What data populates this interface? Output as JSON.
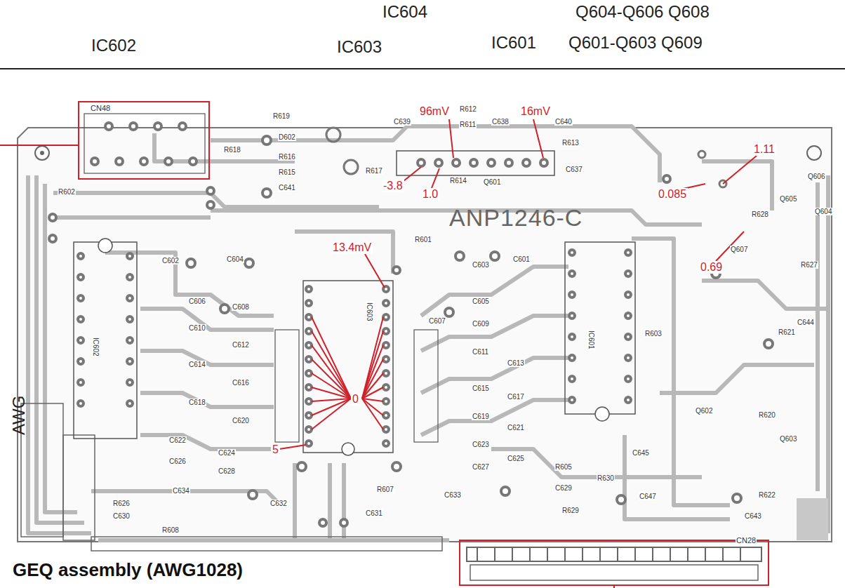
{
  "diagram": {
    "title": "GEQ assembly (AWG1028)",
    "labels": [
      "IC604",
      "Q604-Q606 Q608",
      "IC602",
      "IC603",
      "IC601",
      "Q601-Q603 Q609",
      "ANP1246-C",
      "AWG",
      "CN48",
      "CN28",
      "96mV",
      "16mV",
      "1.11",
      "0.085",
      "-3.8",
      "1.0",
      "0.69",
      "13.4mV",
      "0",
      "5",
      "R612",
      "R611",
      "C639",
      "C638",
      "C640",
      "R613",
      "R614",
      "Q601",
      "C637",
      "R619",
      "D602",
      "R616",
      "R615",
      "C641",
      "R617",
      "R618",
      "R602",
      "R601",
      "C604",
      "C602",
      "C606",
      "C608",
      "C610",
      "C612",
      "C614",
      "C616",
      "C618",
      "C620",
      "C622",
      "C624",
      "C626",
      "C628",
      "C630",
      "R626",
      "R608",
      "C634",
      "C632",
      "C631",
      "R607",
      "C633",
      "C601",
      "C603",
      "C605",
      "C607",
      "C609",
      "C611",
      "C613",
      "C615",
      "C617",
      "C619",
      "C621",
      "C623",
      "C625",
      "C627",
      "R603",
      "R605",
      "C629",
      "R630",
      "R629",
      "C645",
      "C647",
      "C643",
      "R622",
      "Q602",
      "Q603",
      "R620",
      "R621",
      "C644",
      "Q604",
      "Q605",
      "Q606",
      "Q607",
      "R627",
      "R628",
      "IC602",
      "IC603",
      "IC601"
    ]
  }
}
